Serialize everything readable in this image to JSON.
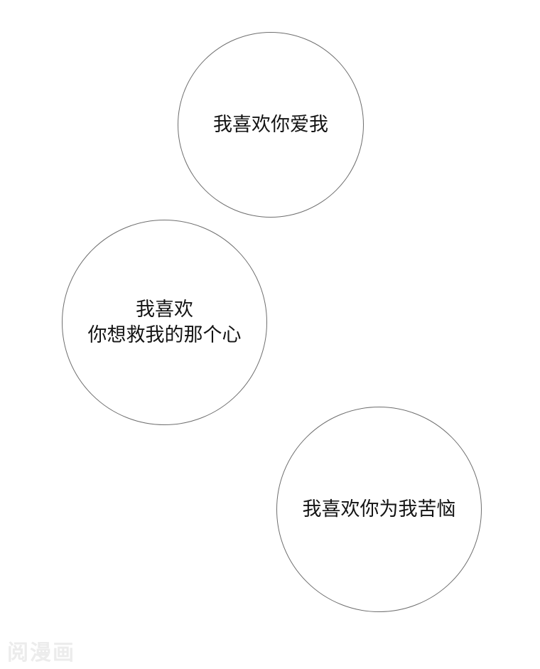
{
  "bubbles": [
    {
      "lines": [
        "我喜欢你爱我"
      ]
    },
    {
      "lines": [
        "我喜欢",
        "你想救我的那个心"
      ]
    },
    {
      "lines": [
        "我喜欢你为我苦恼"
      ]
    }
  ],
  "watermark": "阅漫画",
  "colors": {
    "background": "#ffffff",
    "bubble_border": "#6e6e6e",
    "text": "#141414"
  }
}
